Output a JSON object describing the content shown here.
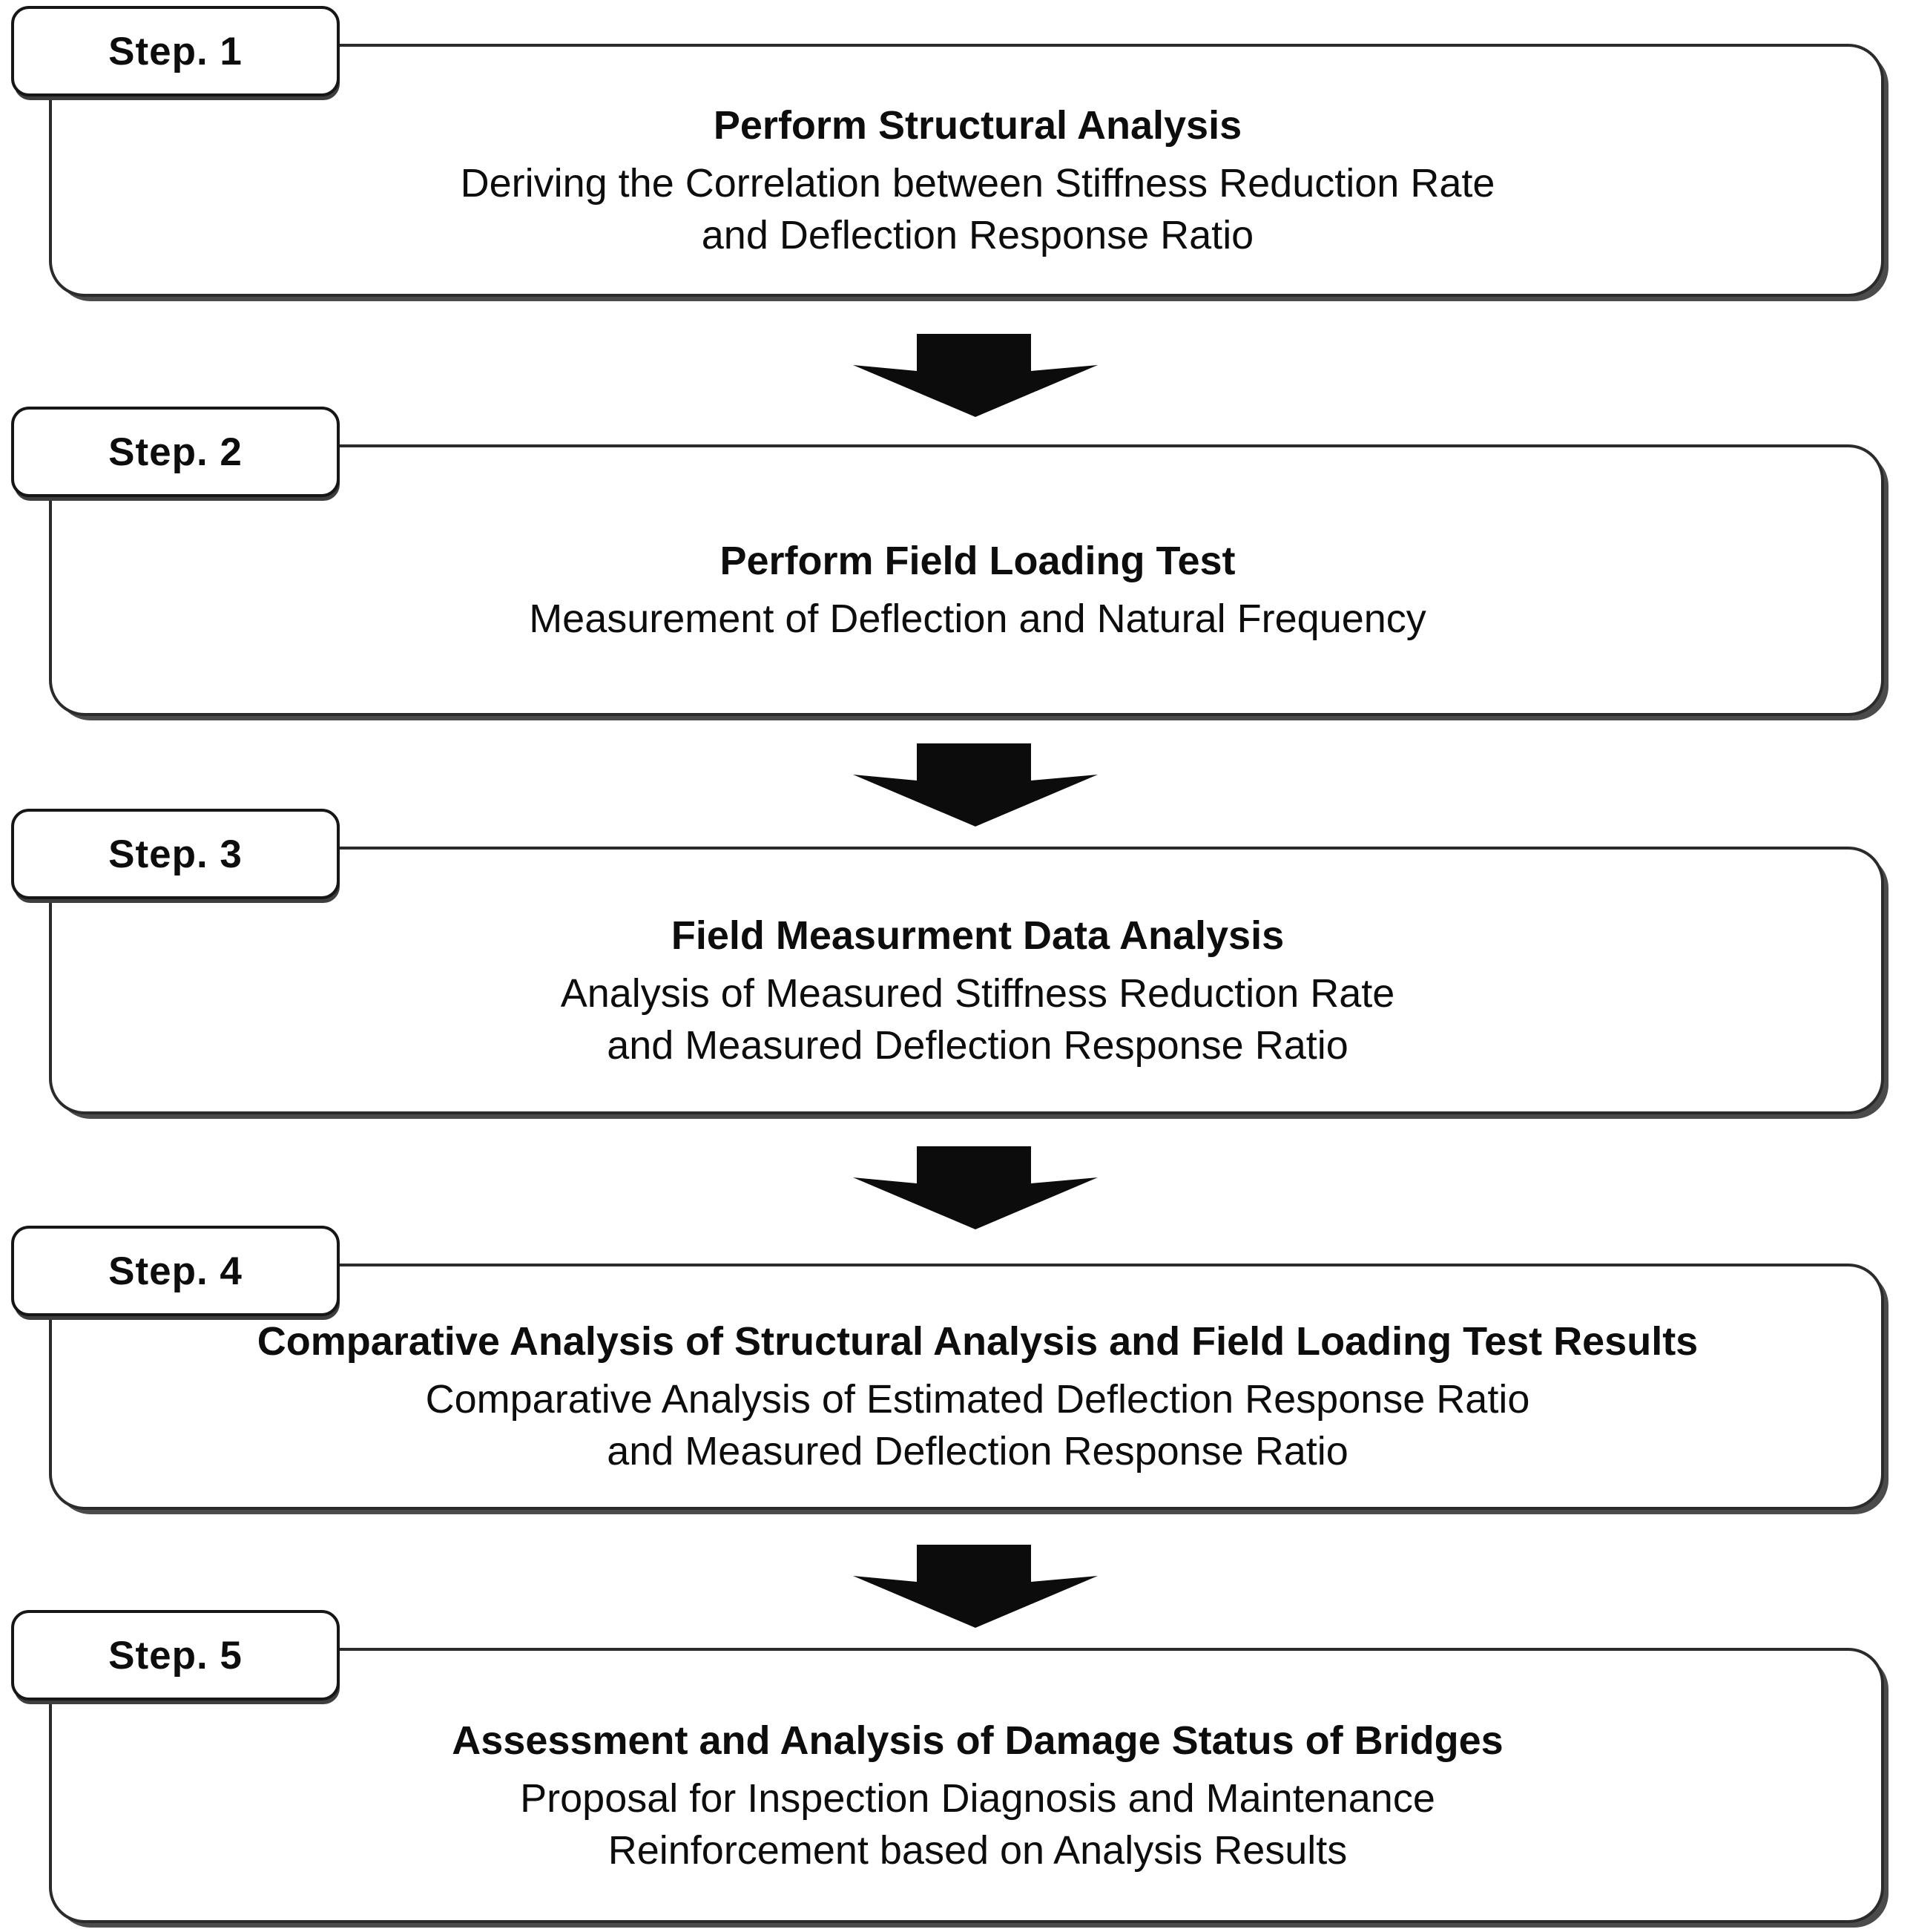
{
  "figure": {
    "type": "flowchart",
    "background_color": "#ffffff",
    "box_border_color": "#2b2b2b",
    "tab_border_color": "#161616",
    "shadow_color": "#4b4b4b",
    "arrow_color": "#0c0c0c",
    "text_color": "#0d0d0d"
  },
  "steps": [
    {
      "label": "Step. 1",
      "title": "Perform Structural Analysis",
      "subtitle_lines": [
        "Deriving the Correlation between Stiffness Reduction Rate",
        "and Deflection Response Ratio"
      ]
    },
    {
      "label": "Step. 2",
      "title": "Perform Field Loading Test",
      "subtitle_lines": [
        "Measurement of Deflection and Natural Frequency"
      ]
    },
    {
      "label": "Step. 3",
      "title": "Field Measurment Data Analysis",
      "subtitle_lines": [
        "Analysis of Measured Stiffness Reduction Rate",
        "and Measured Deflection Response Ratio"
      ]
    },
    {
      "label": "Step. 4",
      "title": "Comparative Analysis of Structural Analysis and Field Loading Test Results",
      "subtitle_lines": [
        "Comparative Analysis of Estimated Deflection Response Ratio",
        "and Measured Deflection Response Ratio"
      ]
    },
    {
      "label": "Step. 5",
      "title": "Assessment and Analysis of Damage Status of Bridges",
      "subtitle_lines": [
        "Proposal for Inspection Diagnosis and Maintenance",
        "Reinforcement based on Analysis Results"
      ]
    }
  ]
}
